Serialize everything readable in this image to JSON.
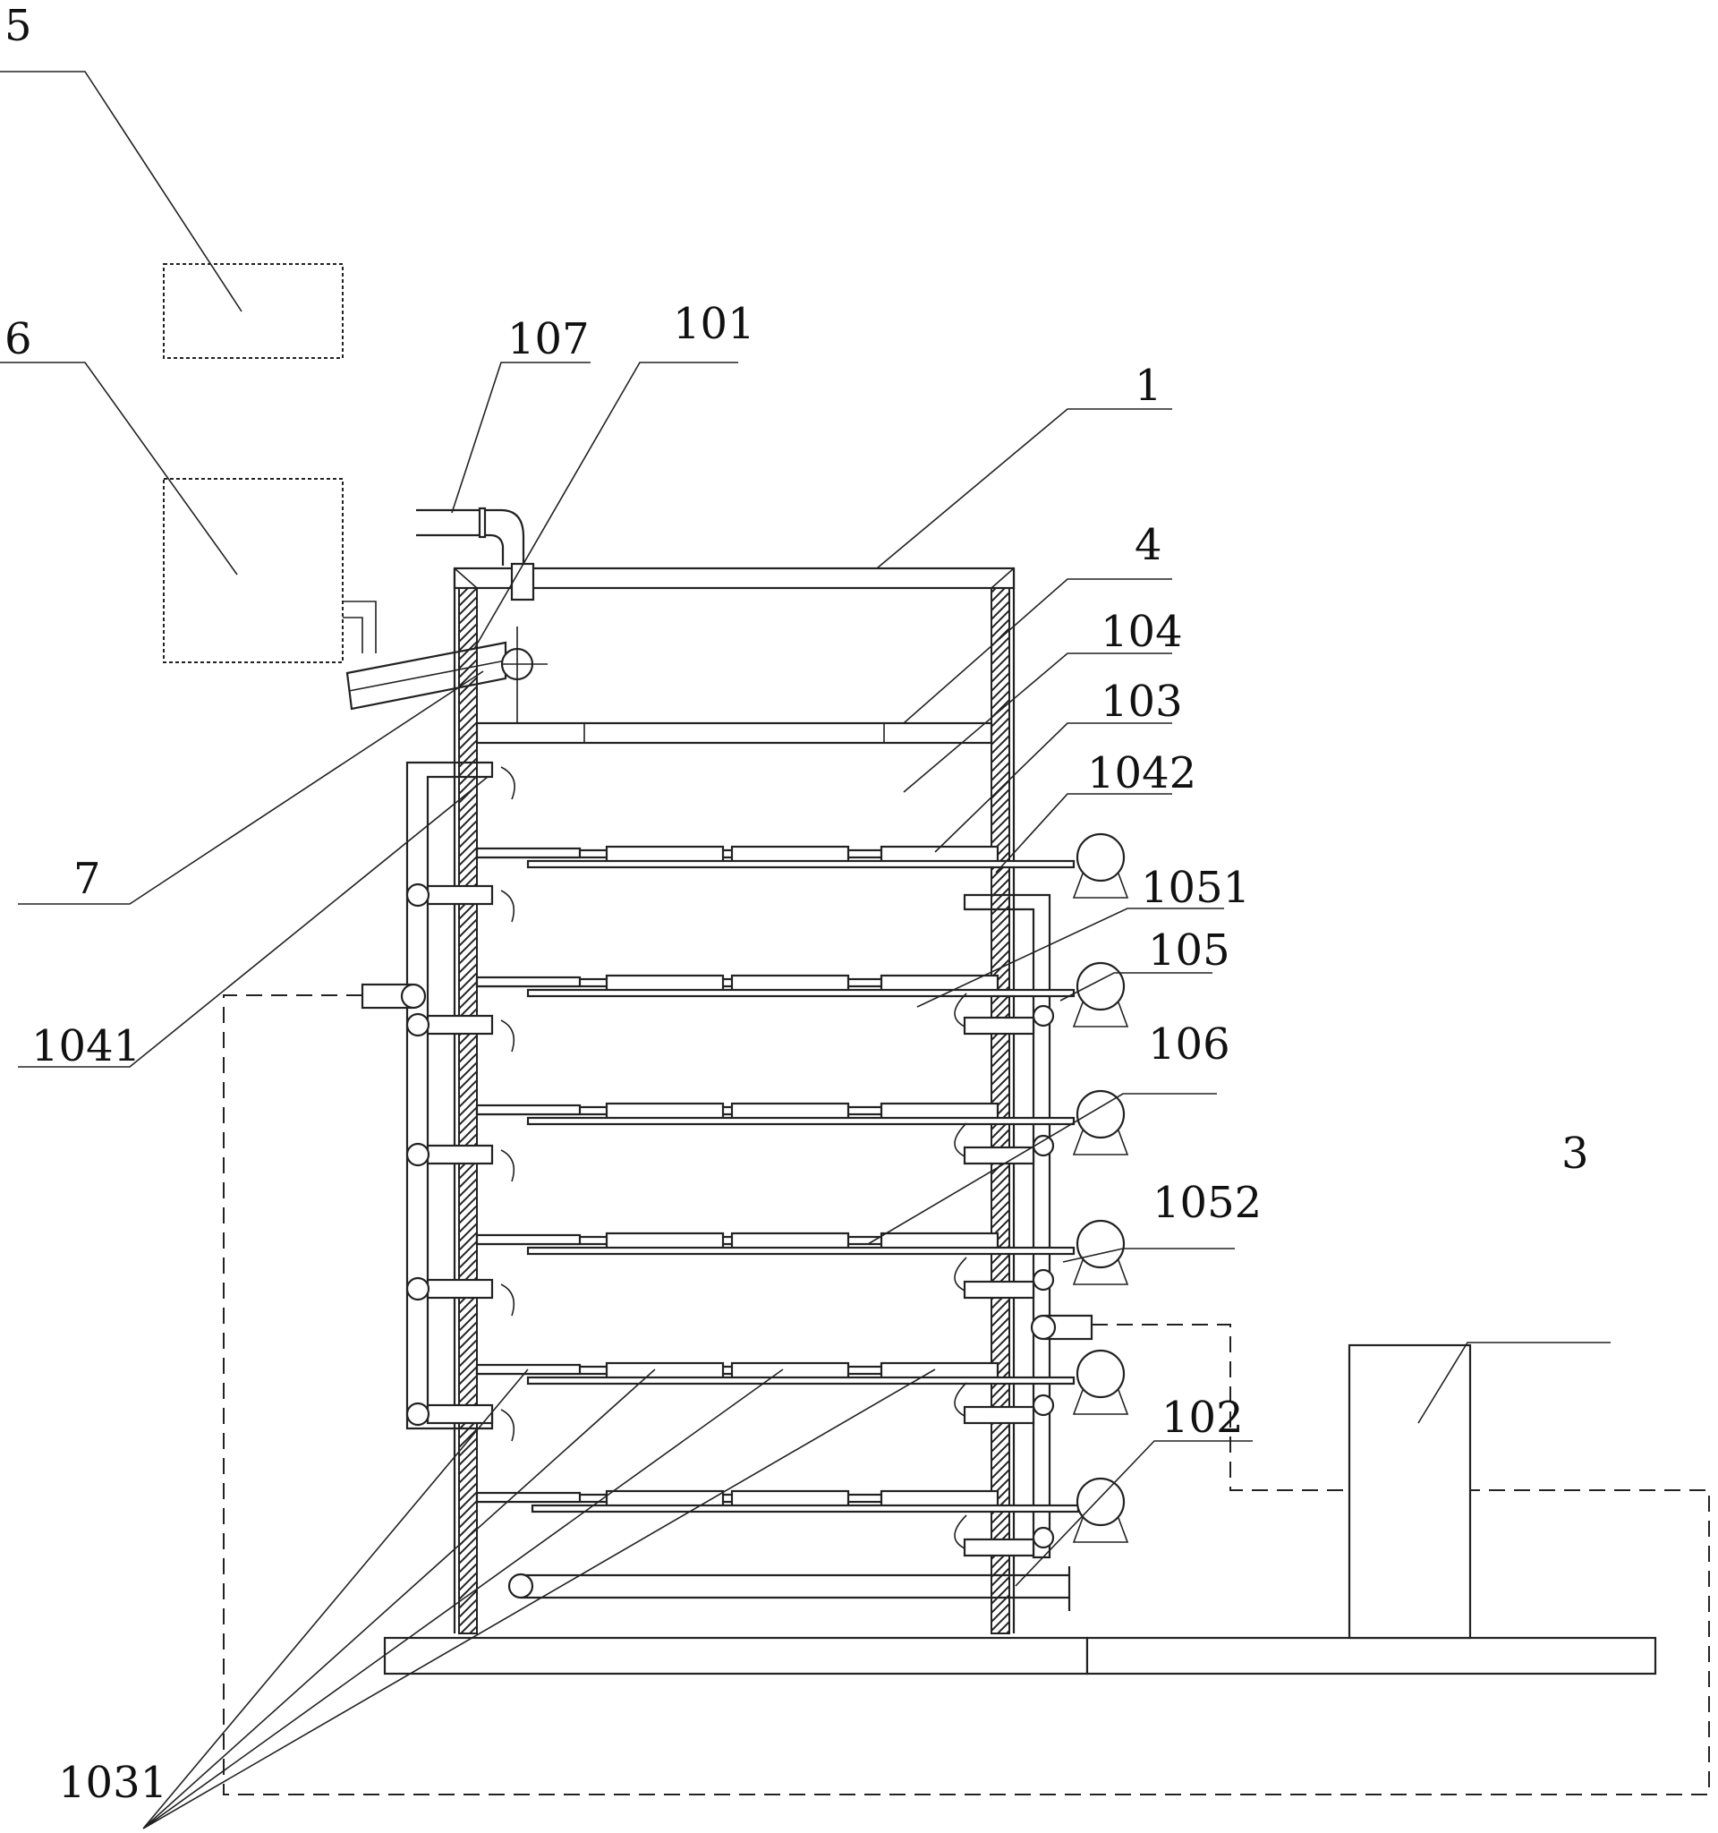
{
  "labels": {
    "l5": "5",
    "l6": "6",
    "l107": "107",
    "l101": "101",
    "l1": "1",
    "l4": "4",
    "l104": "104",
    "l103": "103",
    "l1042": "1042",
    "l1051": "1051",
    "l105": "105",
    "l106": "106",
    "l1052": "1052",
    "l3": "3",
    "l7": "7",
    "l1041": "1041",
    "l102": "102",
    "l1031": "1031"
  },
  "colors": {
    "line": "#222222",
    "background": "#ffffff"
  }
}
